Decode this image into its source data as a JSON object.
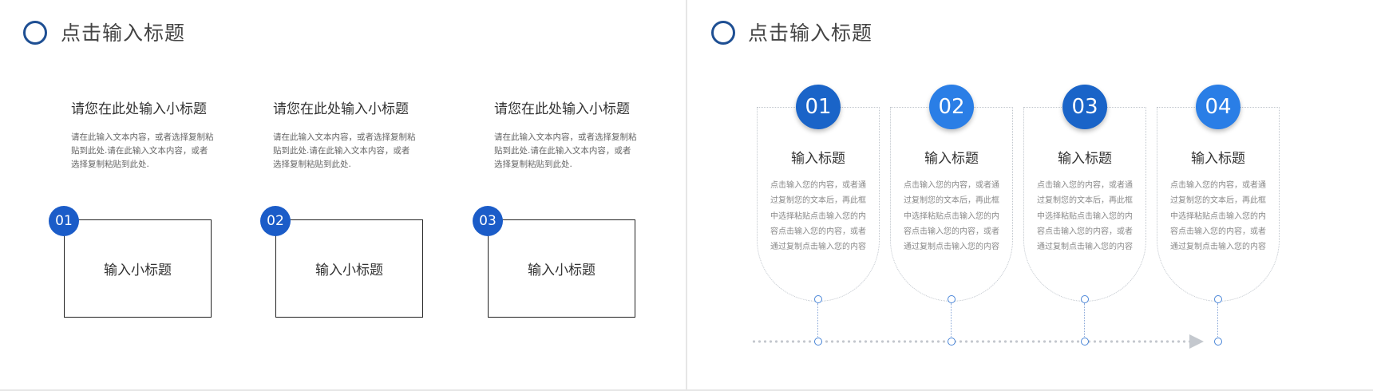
{
  "slide1": {
    "title": "点击输入标题",
    "columns": [
      {
        "heading": "请您在此处输入小标题",
        "body": "请在此输入文本内容，或者选择复制粘贴到此处.请在此输入文本内容，或者选择复制粘贴到此处.",
        "num": "01",
        "box_label": "输入小标题"
      },
      {
        "heading": "请您在此处输入小标题",
        "body": "请在此输入文本内容，或者选择复制粘贴到此处.请在此输入文本内容，或者选择复制粘贴到此处.",
        "num": "02",
        "box_label": "输入小标题"
      },
      {
        "heading": "请您在此处输入小标题",
        "body": "请在此输入文本内容，或者选择复制粘贴到此处.请在此输入文本内容，或者选择复制粘贴到此处.",
        "num": "03",
        "box_label": "输入小标题"
      }
    ]
  },
  "slide2": {
    "title": "点击输入标题",
    "cards": [
      {
        "num": "01",
        "title": "输入标题",
        "body": "点击输入您的内容，或者通过复制您的文本后，再此框中选择粘贴点击输入您的内容点击输入您的内容，或者通过复制点击输入您的内容",
        "color": "#1a64c8"
      },
      {
        "num": "02",
        "title": "输入标题",
        "body": "点击输入您的内容，或者通过复制您的文本后，再此框中选择粘贴点击输入您的内容点击输入您的内容，或者通过复制点击输入您的内容",
        "color": "#2a7ee6"
      },
      {
        "num": "03",
        "title": "输入标题",
        "body": "点击输入您的内容，或者通过复制您的文本后，再此框中选择粘贴点击输入您的内容点击输入您的内容，或者通过复制点击输入您的内容",
        "color": "#1a64c8"
      },
      {
        "num": "04",
        "title": "输入标题",
        "body": "点击输入您的内容，或者通过复制您的文本后，再此框中选择粘贴点击输入您的内容点击输入您的内容，或者通过复制点击输入您的内容",
        "color": "#2a7ee6"
      }
    ]
  },
  "colors": {
    "accent": "#1b5cc8",
    "title_ring": "#1e4f93",
    "timeline": "#c4c8ce"
  }
}
